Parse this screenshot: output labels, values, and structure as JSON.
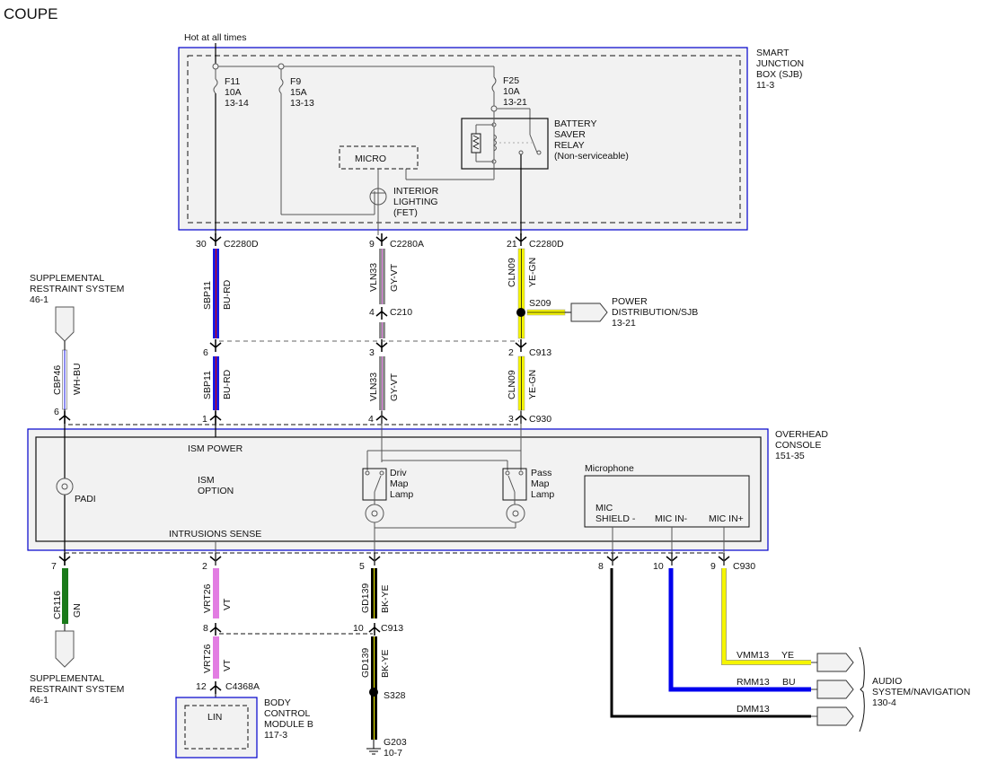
{
  "title": "COUPE",
  "colors": {
    "module_border": "#0000cc",
    "module_fill": "#f2f2f2",
    "wire_bu": "#1a1adf",
    "wire_rd": "#e00000",
    "wire_gy": "#8c8c8c",
    "wire_vt": "#e27de2",
    "wire_ye": "#f5f500",
    "wire_gn": "#1a7a1a",
    "wire_bk": "#000000",
    "wire_wh": "#ffffff"
  },
  "hot_label": "Hot at all times",
  "sjb": {
    "name_lines": [
      "SMART",
      "JUNCTION",
      "BOX (SJB)",
      "11-3"
    ],
    "fuses": [
      {
        "id": "F11",
        "amps": "10A",
        "ref": "13-14"
      },
      {
        "id": "F9",
        "amps": "15A",
        "ref": "13-13"
      },
      {
        "id": "F25",
        "amps": "10A",
        "ref": "13-21"
      }
    ],
    "micro_label": "MICRO",
    "fet_lines": [
      "INTERIOR",
      "LIGHTING",
      "(FET)"
    ],
    "relay_lines": [
      "BATTERY",
      "SAVER",
      "RELAY",
      "(Non-serviceable)"
    ]
  },
  "connectors": {
    "c2280d_a": {
      "pin": "30",
      "name": "C2280D"
    },
    "c2280a": {
      "pin": "9",
      "name": "C2280A"
    },
    "c2280d_b": {
      "pin": "21",
      "name": "C2280D"
    },
    "c210": {
      "pin": "4",
      "name": "C210"
    },
    "c913_top": [
      {
        "pin": "6"
      },
      {
        "pin": "3"
      },
      {
        "pin": "2",
        "name": "C913"
      }
    ],
    "c930_top": [
      {
        "pin": "6"
      },
      {
        "pin": "1"
      },
      {
        "pin": "4"
      },
      {
        "pin": "3",
        "name": "C930"
      }
    ],
    "c930_bottom": [
      {
        "pin": "7"
      },
      {
        "pin": "2"
      },
      {
        "pin": "5"
      },
      {
        "pin": "8"
      },
      {
        "pin": "10"
      },
      {
        "pin": "9",
        "name": "C930"
      }
    ],
    "c913_bottom": [
      {
        "pin": "8"
      },
      {
        "pin": "10",
        "name": "C913"
      }
    ],
    "c4368a": {
      "pin": "12",
      "name": "C4368A"
    }
  },
  "wires": {
    "sbp11": {
      "circuit": "SBP11",
      "color": "BU-RD"
    },
    "vln33": {
      "circuit": "VLN33",
      "color": "GY-VT"
    },
    "cln09": {
      "circuit": "CLN09",
      "color": "YE-GN"
    },
    "cbp46": {
      "circuit": "CBP46",
      "color": "WH-BU"
    },
    "cr116": {
      "circuit": "CR116",
      "color": "GN"
    },
    "vrt26": {
      "circuit": "VRT26",
      "color": "VT"
    },
    "gd139": {
      "circuit": "GD139",
      "color": "BK-YE"
    },
    "vmm13": {
      "circuit": "VMM13",
      "color": "YE"
    },
    "rmm13": {
      "circuit": "RMM13",
      "color": "BU"
    },
    "dmm13": {
      "circuit": "DMM13",
      "color": ""
    }
  },
  "splices": {
    "s209": "S209",
    "s328": "S328"
  },
  "power_dist": {
    "lines": [
      "POWER",
      "DISTRIBUTION/SJB",
      "13-21"
    ]
  },
  "srs_top": {
    "lines": [
      "SUPPLEMENTAL",
      "RESTRAINT SYSTEM",
      "46-1"
    ]
  },
  "srs_bottom": {
    "lines": [
      "SUPPLEMENTAL",
      "RESTRAINT SYSTEM",
      "46-1"
    ]
  },
  "overhead": {
    "name_lines": [
      "OVERHEAD",
      "CONSOLE",
      "151-35"
    ],
    "ism_power": "ISM POWER",
    "ism_option_lines": [
      "ISM",
      "OPTION"
    ],
    "intrusion": "INTRUSIONS SENSE",
    "padi": "PADI",
    "driv_lines": [
      "Driv",
      "Map",
      "Lamp"
    ],
    "pass_lines": [
      "Pass",
      "Map",
      "Lamp"
    ],
    "microphone": "Microphone",
    "mic_shield_lines": [
      "MIC",
      "SHIELD -"
    ],
    "mic_in_minus": "MIC IN-",
    "mic_in_plus": "MIC IN+"
  },
  "bcm": {
    "lin": "LIN",
    "name_lines": [
      "BODY",
      "CONTROL",
      "MODULE B",
      "117-3"
    ]
  },
  "ground": {
    "id": "G203",
    "ref": "10-7"
  },
  "audio": {
    "lines": [
      "AUDIO",
      "SYSTEM/NAVIGATION",
      "130-4"
    ]
  }
}
